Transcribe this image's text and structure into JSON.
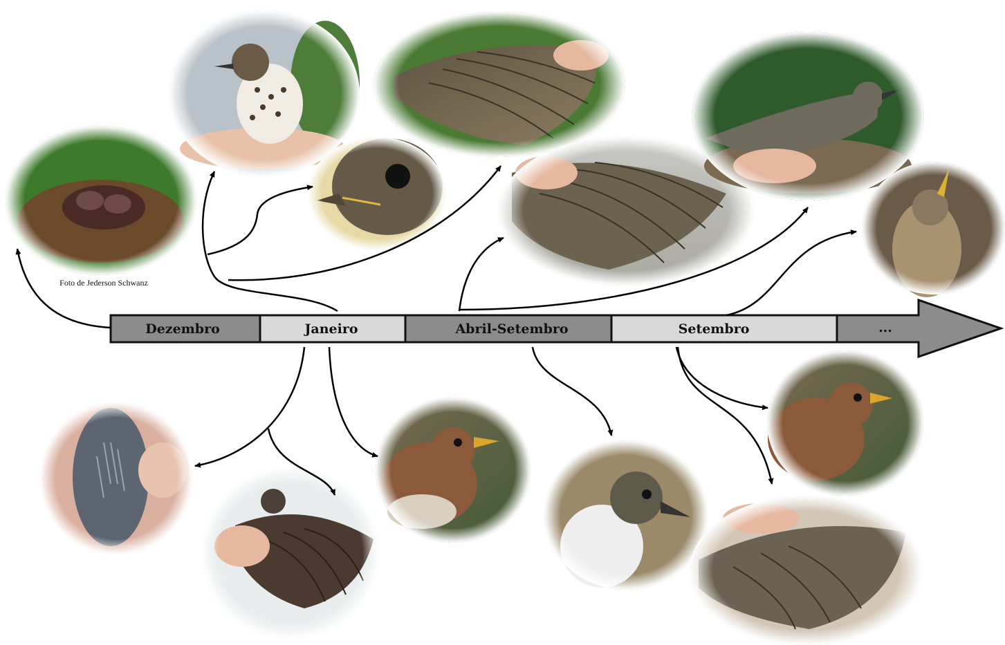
{
  "photo_credit": "Foto de Jederson Schwanz",
  "timeline": {
    "segments": [
      {
        "label": "Dezembro",
        "color": "#8c8c8c"
      },
      {
        "label": "Janeiro",
        "color": "#d9d9d9"
      },
      {
        "label": "Abril-Setembro",
        "color": "#8c8c8c"
      },
      {
        "label": "Setembro",
        "color": "#d9d9d9"
      },
      {
        "label": "...",
        "color": "#8c8c8c"
      }
    ],
    "arrow_color": "#8c8c8c"
  },
  "photos": [
    {
      "id": "nest-nestlings",
      "subject": "nest with nestlings"
    },
    {
      "id": "fledgling-spotted",
      "subject": "spotted fledgling in hand"
    },
    {
      "id": "juvenile-wing-1",
      "subject": "juvenile wing spread"
    },
    {
      "id": "juvenile-head-gape",
      "subject": "juvenile head with yellow gape"
    },
    {
      "id": "wing-molt",
      "subject": "wing during molt"
    },
    {
      "id": "adult-in-hand",
      "subject": "adult thrush in hand"
    },
    {
      "id": "adult-head-up",
      "subject": "adult head looking up"
    },
    {
      "id": "belly-pin-feathers",
      "subject": "pin feathers on body"
    },
    {
      "id": "wing-spread-2",
      "subject": "bird with spread wing"
    },
    {
      "id": "head-rufous-1",
      "subject": "rufous head with yellow bill"
    },
    {
      "id": "head-grey",
      "subject": "grey-brown head"
    },
    {
      "id": "head-rufous-2",
      "subject": "rufous head with yellow bill"
    },
    {
      "id": "wing-spread-3",
      "subject": "adult wing spread"
    }
  ]
}
